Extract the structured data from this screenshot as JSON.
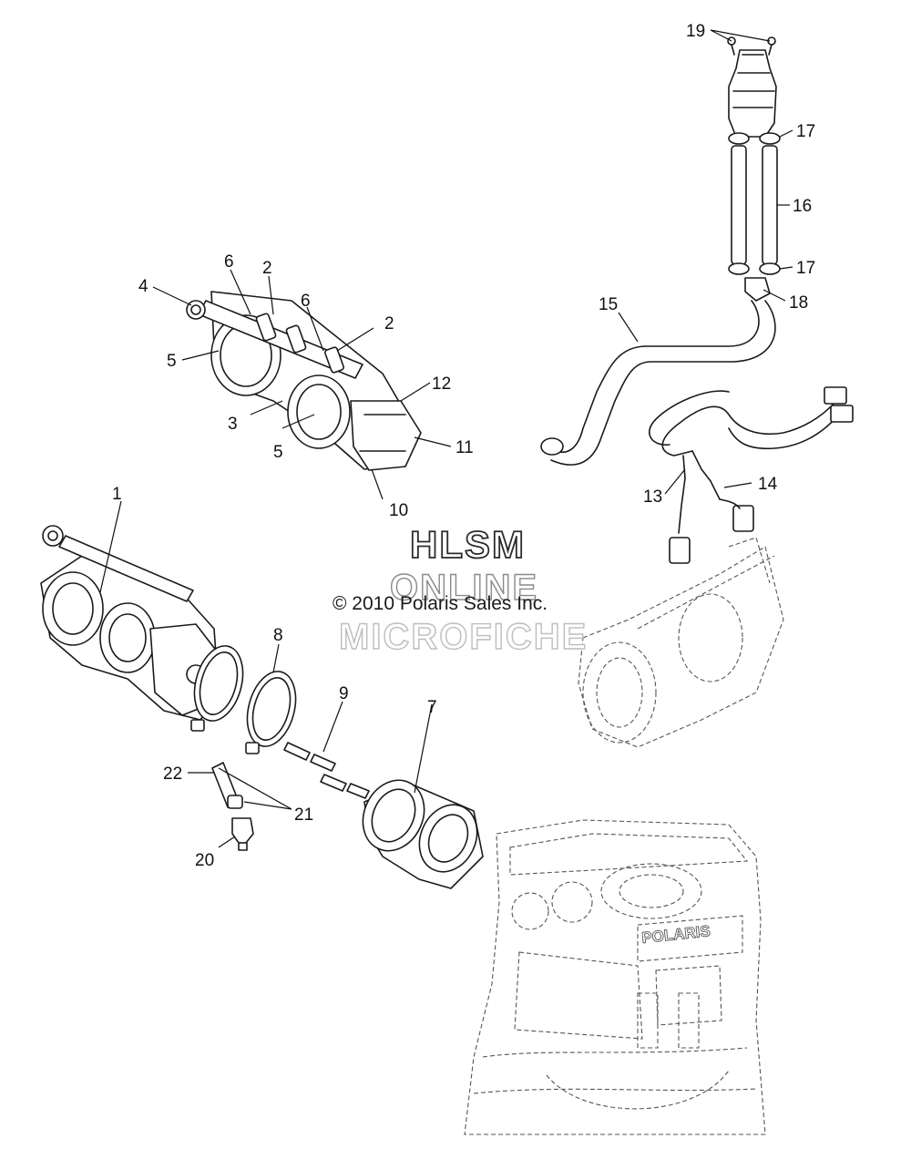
{
  "watermark": {
    "line1": "HLSM",
    "line2": "ONLINE",
    "line3": "MICROFICHE",
    "copyright": "© 2010 Polaris Sales Inc."
  },
  "engine_logo": "POLARIS",
  "callouts": [
    {
      "id": "c1",
      "text": "1"
    },
    {
      "id": "c2a",
      "text": "2"
    },
    {
      "id": "c2b",
      "text": "2"
    },
    {
      "id": "c3",
      "text": "3"
    },
    {
      "id": "c4",
      "text": "4"
    },
    {
      "id": "c5a",
      "text": "5"
    },
    {
      "id": "c5b",
      "text": "5"
    },
    {
      "id": "c6a",
      "text": "6"
    },
    {
      "id": "c6b",
      "text": "6"
    },
    {
      "id": "c7",
      "text": "7"
    },
    {
      "id": "c8",
      "text": "8"
    },
    {
      "id": "c9",
      "text": "9"
    },
    {
      "id": "c10",
      "text": "10"
    },
    {
      "id": "c11",
      "text": "11"
    },
    {
      "id": "c12",
      "text": "12"
    },
    {
      "id": "c13",
      "text": "13"
    },
    {
      "id": "c14",
      "text": "14"
    },
    {
      "id": "c15",
      "text": "15"
    },
    {
      "id": "c16",
      "text": "16"
    },
    {
      "id": "c17a",
      "text": "17"
    },
    {
      "id": "c17b",
      "text": "17"
    },
    {
      "id": "c18",
      "text": "18"
    },
    {
      "id": "c19",
      "text": "19"
    },
    {
      "id": "c20",
      "text": "20"
    },
    {
      "id": "c21",
      "text": "21"
    },
    {
      "id": "c22",
      "text": "22"
    }
  ]
}
